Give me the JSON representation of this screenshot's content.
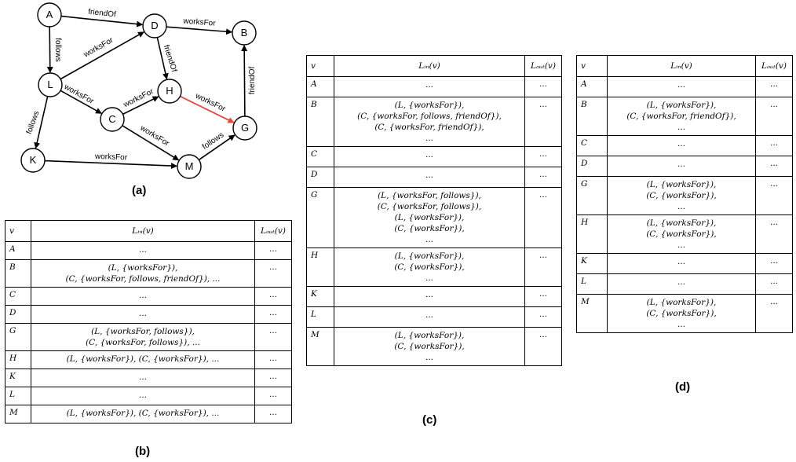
{
  "graph": {
    "nodes": {
      "A": "A",
      "B": "B",
      "D": "D",
      "L": "L",
      "H": "H",
      "C": "C",
      "G": "G",
      "K": "K",
      "M": "M"
    },
    "edges": [
      {
        "from": "A",
        "to": "D",
        "label": "friendOf",
        "color": "#000000"
      },
      {
        "from": "A",
        "to": "L",
        "label": "follows",
        "color": "#000000"
      },
      {
        "from": "D",
        "to": "B",
        "label": "worksFor",
        "color": "#000000"
      },
      {
        "from": "D",
        "to": "H",
        "label": "friendOf",
        "color": "#000000"
      },
      {
        "from": "L",
        "to": "D",
        "label": "worksFor",
        "color": "#000000"
      },
      {
        "from": "L",
        "to": "C",
        "label": "worksFor",
        "color": "#000000"
      },
      {
        "from": "L",
        "to": "K",
        "label": "follows",
        "color": "#000000"
      },
      {
        "from": "C",
        "to": "H",
        "label": "worksFor",
        "color": "#000000"
      },
      {
        "from": "C",
        "to": "M",
        "label": "worksFor",
        "color": "#000000"
      },
      {
        "from": "H",
        "to": "G",
        "label": "worksFor",
        "color": "#e8473a"
      },
      {
        "from": "G",
        "to": "B",
        "label": "friendOf",
        "color": "#000000"
      },
      {
        "from": "M",
        "to": "G",
        "label": "follows",
        "color": "#000000"
      },
      {
        "from": "K",
        "to": "M",
        "label": "worksFor",
        "color": "#000000"
      }
    ]
  },
  "captions": {
    "a": "(a)",
    "b": "(b)",
    "c": "(c)",
    "d": "(d)"
  },
  "tables": {
    "b": {
      "headers": {
        "v": "v",
        "lin": "Lᵢₙ(v)",
        "lout": "Lₒᵤₜ(v)"
      },
      "rows": [
        {
          "v": "A",
          "lin": [
            "..."
          ],
          "lout": "..."
        },
        {
          "v": "B",
          "lin": [
            "(L, {worksFor}),",
            "(C, {worksFor, follows, friendOf}), ..."
          ],
          "lout": "..."
        },
        {
          "v": "C",
          "lin": [
            "..."
          ],
          "lout": "..."
        },
        {
          "v": "D",
          "lin": [
            "..."
          ],
          "lout": "..."
        },
        {
          "v": "G",
          "lin": [
            "(L, {worksFor, follows}),",
            "(C, {worksFor, follows}), ..."
          ],
          "lout": "..."
        },
        {
          "v": "H",
          "lin": [
            "(L, {worksFor}), (C, {worksFor}), ..."
          ],
          "lout": "..."
        },
        {
          "v": "K",
          "lin": [
            "..."
          ],
          "lout": "..."
        },
        {
          "v": "L",
          "lin": [
            "..."
          ],
          "lout": "..."
        },
        {
          "v": "M",
          "lin": [
            "(L, {worksFor}), (C, {worksFor}), ..."
          ],
          "lout": "..."
        }
      ]
    },
    "c": {
      "headers": {
        "v": "v",
        "lin": "Lᵢₙ(v)",
        "lout": "Lₒᵤₜ(v)"
      },
      "rows": [
        {
          "v": "A",
          "lin": [
            "..."
          ],
          "lout": "..."
        },
        {
          "v": "B",
          "lin": [
            "(L, {worksFor}),",
            "(C, {worksFor, follows, friendOf}),",
            "(C, {worksFor, friendOf}),",
            "..."
          ],
          "lout": "..."
        },
        {
          "v": "C",
          "lin": [
            "..."
          ],
          "lout": "..."
        },
        {
          "v": "D",
          "lin": [
            "..."
          ],
          "lout": "..."
        },
        {
          "v": "G",
          "lin": [
            "(L, {worksFor, follows}),",
            "(C, {worksFor, follows}),",
            "(L, {worksFor}),",
            "(C, {worksFor}),",
            "..."
          ],
          "lout": "..."
        },
        {
          "v": "H",
          "lin": [
            "(L, {worksFor}),",
            "(C, {worksFor}),",
            "..."
          ],
          "lout": "..."
        },
        {
          "v": "K",
          "lin": [
            "..."
          ],
          "lout": "..."
        },
        {
          "v": "L",
          "lin": [
            "..."
          ],
          "lout": "..."
        },
        {
          "v": "M",
          "lin": [
            "(L, {worksFor}),",
            "(C, {worksFor}),",
            "..."
          ],
          "lout": "..."
        }
      ]
    },
    "d": {
      "headers": {
        "v": "v",
        "lin": "Lᵢₙ(v)",
        "lout": "Lₒᵤₜ(v)"
      },
      "rows": [
        {
          "v": "A",
          "lin": [
            "..."
          ],
          "lout": "..."
        },
        {
          "v": "B",
          "lin": [
            "(L, {worksFor}),",
            "(C, {worksFor, friendOf}),",
            "..."
          ],
          "lout": "..."
        },
        {
          "v": "C",
          "lin": [
            "..."
          ],
          "lout": "..."
        },
        {
          "v": "D",
          "lin": [
            "..."
          ],
          "lout": "..."
        },
        {
          "v": "G",
          "lin": [
            "(L, {worksFor}),",
            "(C, {worksFor}),",
            "..."
          ],
          "lout": "..."
        },
        {
          "v": "H",
          "lin": [
            "(L, {worksFor}),",
            "(C, {worksFor}),",
            "..."
          ],
          "lout": "..."
        },
        {
          "v": "K",
          "lin": [
            "..."
          ],
          "lout": "..."
        },
        {
          "v": "L",
          "lin": [
            "..."
          ],
          "lout": "..."
        },
        {
          "v": "M",
          "lin": [
            "(L, {worksFor}),",
            "(C, {worksFor}),",
            "..."
          ],
          "lout": "..."
        }
      ]
    }
  }
}
